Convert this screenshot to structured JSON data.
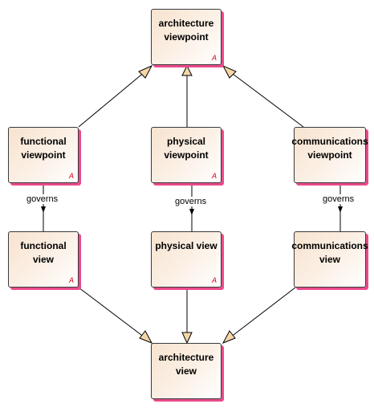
{
  "nodes": {
    "architecture_viewpoint": {
      "label": "architecture\nviewpoint",
      "badge": "A"
    },
    "functional_viewpoint": {
      "label": "functional\nviewpoint",
      "badge": "A"
    },
    "physical_viewpoint": {
      "label": "physical\nviewpoint",
      "badge": "A"
    },
    "communications_viewpoint": {
      "label": "communications\nviewpoint",
      "badge": ""
    },
    "functional_view": {
      "label": "functional\nview",
      "badge": "A"
    },
    "physical_view": {
      "label": "physical view",
      "badge": "A"
    },
    "communications_view": {
      "label": "communications\nview",
      "badge": ""
    },
    "architecture_view": {
      "label": "architecture\nview",
      "badge": ""
    }
  },
  "edges": {
    "functional_governs": "governs",
    "physical_governs": "governs",
    "communications_governs": "governs"
  },
  "colors": {
    "node_border": "#3a3a3a",
    "node_shadow": "#ea4a8a",
    "badge": "#d0021b",
    "arrowhead_fill": "#f5d6a8",
    "line": "#000000"
  }
}
